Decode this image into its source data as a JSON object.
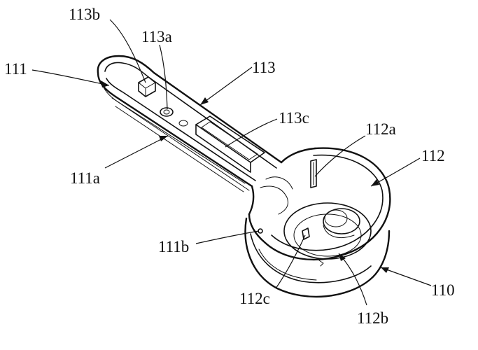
{
  "labels": {
    "l113b": "113b",
    "l113a": "113a",
    "l111": "111",
    "l113": "113",
    "l113c": "113c",
    "l112a": "112a",
    "l112": "112",
    "l111a": "111a",
    "l111b": "111b",
    "l112c": "112c",
    "l110": "110",
    "l112b": "112b"
  },
  "colors": {
    "ink": "#111111",
    "background": "#ffffff"
  }
}
